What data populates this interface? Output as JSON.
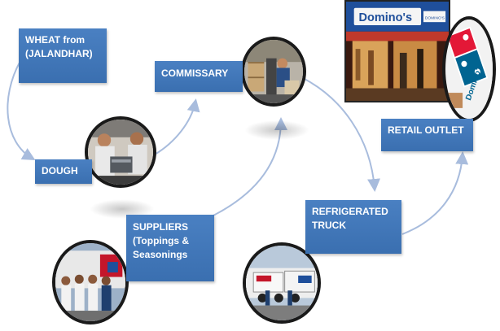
{
  "boxes": {
    "wheat": "WHEAT from\n(JALANDHAR)",
    "dough": "DOUGH",
    "commissary": "COMMISSARY",
    "suppliers": "SUPPLIERS\n(Toppings &\nSeasonings",
    "truck": "REFRIGERATED\nTRUCK",
    "retail": "RETAIL OUTLET"
  },
  "storefront": {
    "sign": "Domino's",
    "sign_small": "DOMINO'S"
  },
  "logo": {
    "text": "Domino's"
  },
  "colors": {
    "box_fill": "#3a6fb0",
    "arrow": "#a8bcdd",
    "brand_red": "#e31837",
    "brand_blue": "#006491"
  },
  "icons": {
    "logo": "dominos-domino-logo",
    "storefront": "storefront-photo",
    "dough": "dough-workers-photo",
    "commissary": "warehouse-forklift-photo",
    "suppliers": "supplier-staff-photo",
    "truck": "delivery-trucks-photo"
  }
}
